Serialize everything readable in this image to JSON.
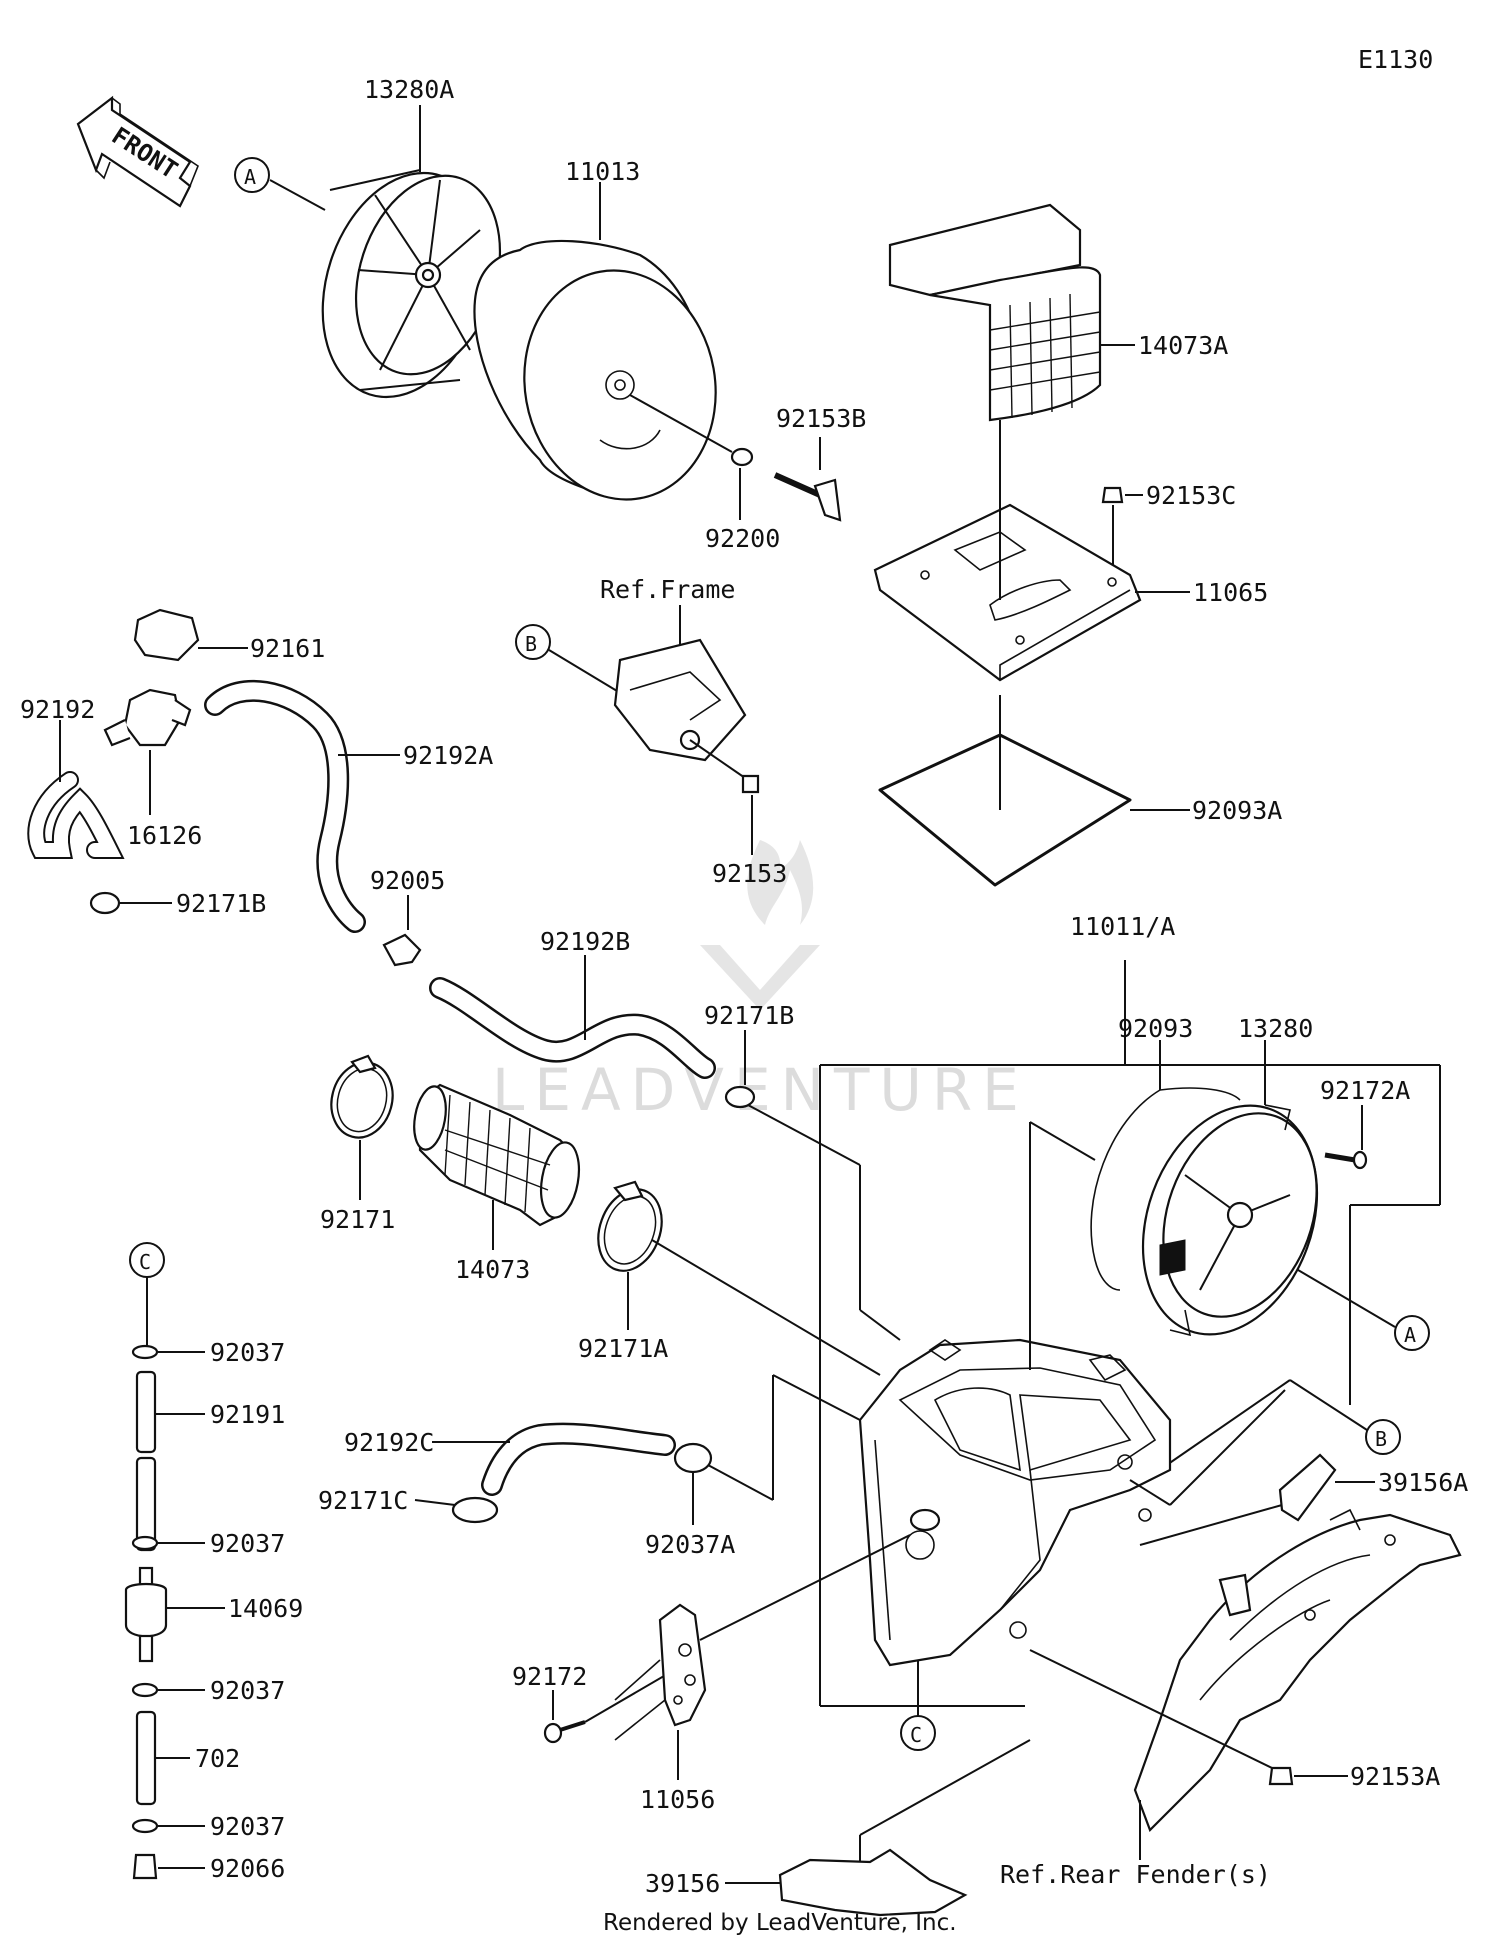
{
  "diagram_code": "E1130",
  "front_label": "FRONT",
  "watermark": "LEADVENTURE",
  "footer": "Rendered by LeadVenture, Inc.",
  "callouts": [
    "A",
    "B",
    "C"
  ],
  "parts": {
    "p13280A": "13280A",
    "p11013": "11013",
    "p14073A": "14073A",
    "p92153B": "92153B",
    "p92153C": "92153C",
    "p92200": "92200",
    "p11065": "11065",
    "ref_frame": "Ref.Frame",
    "p92161": "92161",
    "p92192": "92192",
    "p92192A": "92192A",
    "p16126": "16126",
    "p92171B_1": "92171B",
    "p92153": "92153",
    "p92093A": "92093A",
    "p92005": "92005",
    "p92192B": "92192B",
    "p11011A": "11011/A",
    "p92171B_2": "92171B",
    "p92093": "92093",
    "p13280": "13280",
    "p92172A": "92172A",
    "p92171": "92171",
    "p14073": "14073",
    "p92171A": "92171A",
    "p92037_1": "92037",
    "p92191": "92191",
    "p92192C": "92192C",
    "p92171C": "92171C",
    "p92037A": "92037A",
    "p39156A": "39156A",
    "p92037_2": "92037",
    "p14069": "14069",
    "p92172": "92172",
    "p92037_3": "92037",
    "p702": "702",
    "p11056": "11056",
    "p92153A": "92153A",
    "p92037_4": "92037",
    "p92066": "92066",
    "p39156": "39156",
    "ref_rear_fender": "Ref.Rear Fender(s)"
  }
}
